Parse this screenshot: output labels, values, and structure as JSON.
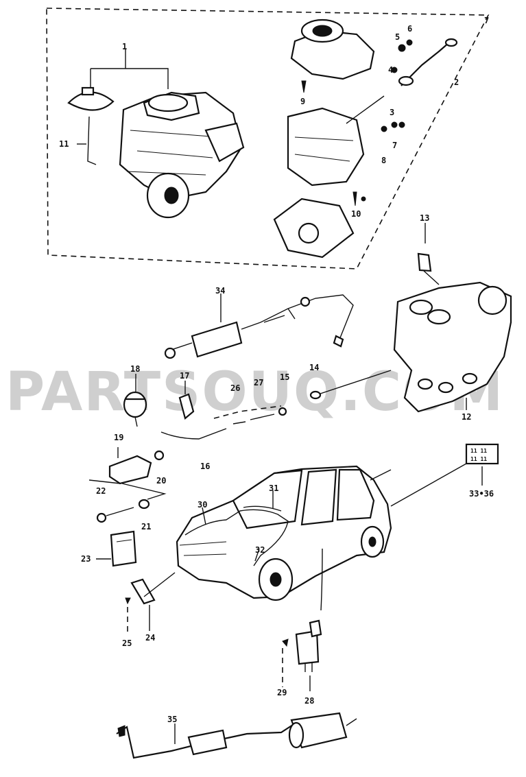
{
  "watermark": "PARTSOUQ.COM",
  "callouts": [
    {
      "id": "c1",
      "text": "1"
    },
    {
      "id": "c2",
      "text": "2"
    },
    {
      "id": "c3",
      "text": "3"
    },
    {
      "id": "c4",
      "text": "4"
    },
    {
      "id": "c5",
      "text": "5"
    },
    {
      "id": "c6",
      "text": "6"
    },
    {
      "id": "c7",
      "text": "7"
    },
    {
      "id": "c7b",
      "text": "7"
    },
    {
      "id": "c8",
      "text": "8"
    },
    {
      "id": "c9",
      "text": "9"
    },
    {
      "id": "c10",
      "text": "10"
    },
    {
      "id": "c11",
      "text": "11"
    },
    {
      "id": "c12",
      "text": "12"
    },
    {
      "id": "c13",
      "text": "13"
    },
    {
      "id": "c14",
      "text": "14"
    },
    {
      "id": "c15",
      "text": "15"
    },
    {
      "id": "c16",
      "text": "16"
    },
    {
      "id": "c17",
      "text": "17"
    },
    {
      "id": "c18",
      "text": "18"
    },
    {
      "id": "c19",
      "text": "19"
    },
    {
      "id": "c20",
      "text": "20"
    },
    {
      "id": "c21",
      "text": "21"
    },
    {
      "id": "c22",
      "text": "22"
    },
    {
      "id": "c23",
      "text": "23"
    },
    {
      "id": "c24",
      "text": "24"
    },
    {
      "id": "c25",
      "text": "25"
    },
    {
      "id": "c26",
      "text": "26"
    },
    {
      "id": "c27",
      "text": "27"
    },
    {
      "id": "c28",
      "text": "28"
    },
    {
      "id": "c29",
      "text": "29"
    },
    {
      "id": "c30",
      "text": "30"
    },
    {
      "id": "c31",
      "text": "31"
    },
    {
      "id": "c32",
      "text": "32"
    },
    {
      "id": "c33",
      "text": "33•36"
    },
    {
      "id": "c34",
      "text": "34"
    },
    {
      "id": "c35",
      "text": "35"
    }
  ],
  "label_plate": {
    "line1": "11 11",
    "line2": "11 11"
  }
}
